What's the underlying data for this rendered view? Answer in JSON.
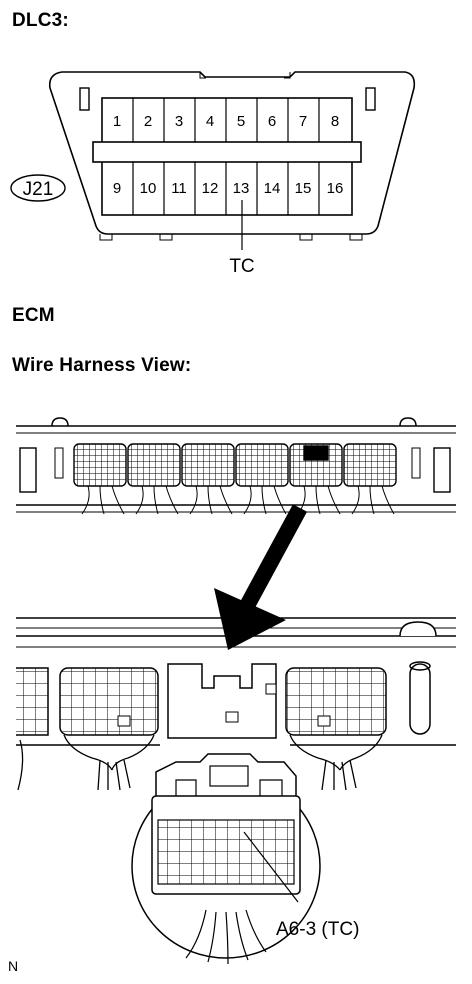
{
  "headings": {
    "dlc3": "DLC3:",
    "ecm": "ECM",
    "wire_harness_view": "Wire Harness View:"
  },
  "dlc3": {
    "connector_code": "J21",
    "top_row_pins": [
      "1",
      "2",
      "3",
      "4",
      "5",
      "6",
      "7",
      "8"
    ],
    "bottom_row_pins": [
      "9",
      "10",
      "11",
      "12",
      "13",
      "14",
      "15",
      "16"
    ],
    "pin_callout": "TC"
  },
  "ecm": {
    "pin_callout": "A6-3 (TC)"
  },
  "figure_code": "N"
}
